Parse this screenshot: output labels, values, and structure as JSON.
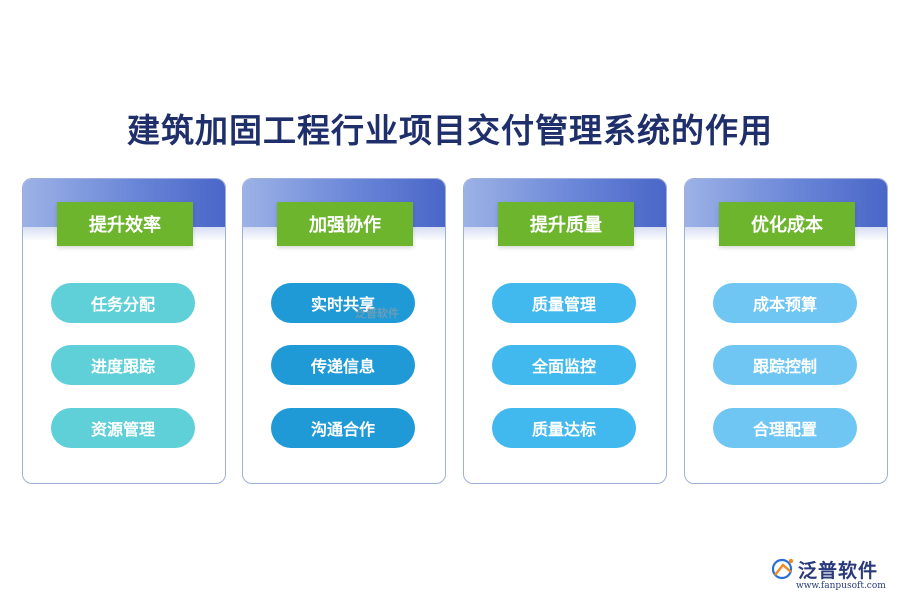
{
  "title": "建筑加固工程行业项目交付管理系统的作用",
  "cards": [
    {
      "label": "提升效率",
      "items": [
        "任务分配",
        "进度跟踪",
        "资源管理"
      ]
    },
    {
      "label": "加强协作",
      "items": [
        "实时共享",
        "传递信息",
        "沟通合作"
      ]
    },
    {
      "label": "提升质量",
      "items": [
        "质量管理",
        "全面监控",
        "质量达标"
      ]
    },
    {
      "label": "优化成本",
      "items": [
        "成本预算",
        "跟踪控制",
        "合理配置"
      ]
    }
  ],
  "watermark": "泛普软件",
  "brand": {
    "name": "泛普软件",
    "url": "www.fanpusoft.com"
  },
  "colors": {
    "title": "#1f2f6b",
    "label_bg": "#6cb52d",
    "card_border": "#9fb0d8",
    "item_col1": "#5fcfd8",
    "item_col2": "#1f9ad6",
    "item_col3": "#41b8ee",
    "item_col4": "#6fc6f2"
  }
}
